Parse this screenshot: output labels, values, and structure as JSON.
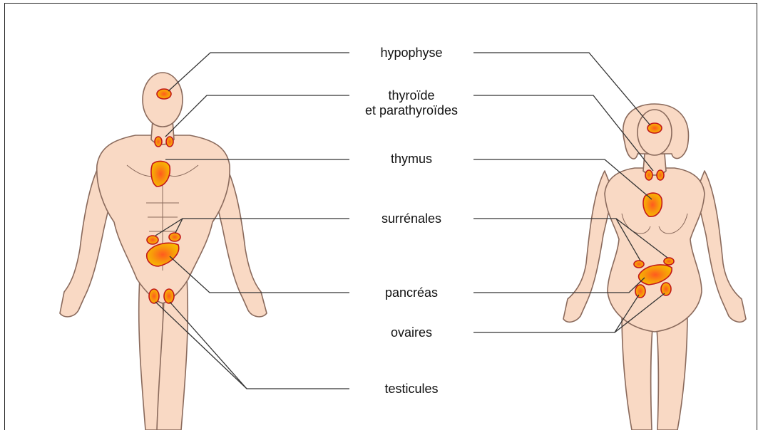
{
  "labels": {
    "hypophyse": "hypophyse",
    "thyroide_line1": "thyroïde",
    "thyroide_line2": "et parathyroïdes",
    "thymus": "thymus",
    "surrenales": "surrénales",
    "pancreas": "pancréas",
    "ovaires": "ovaires",
    "testicules": "testicules"
  },
  "colors": {
    "skin": "#f9d9c4",
    "skin_outline": "#8a6a5c",
    "gland_fill": "#f8b000",
    "gland_outline": "#c2181a",
    "leader_line": "#333333"
  }
}
